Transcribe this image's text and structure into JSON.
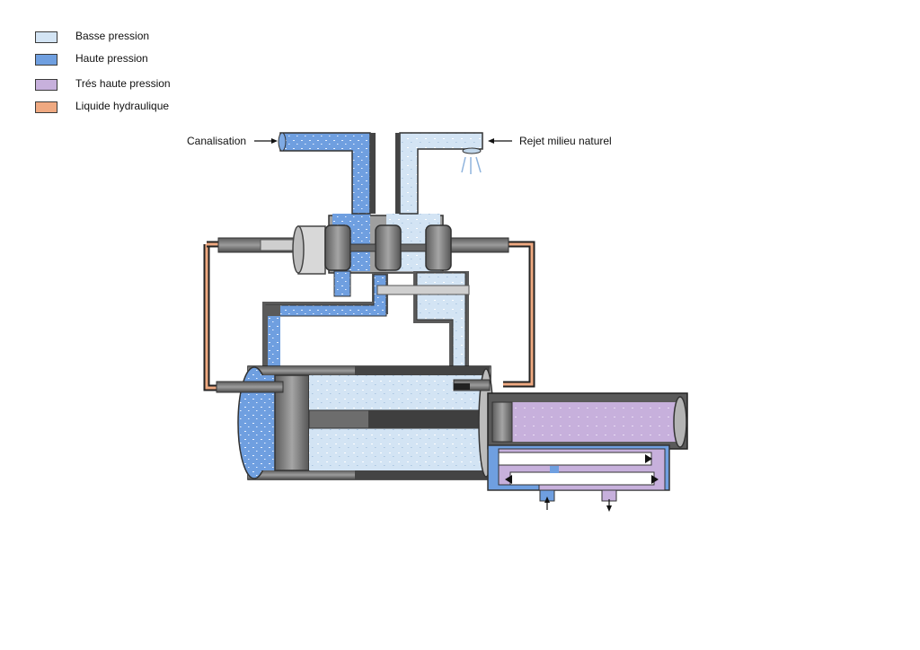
{
  "legend": {
    "items": [
      {
        "label": "Basse pression",
        "color": "#d3e4f4"
      },
      {
        "label": "Haute pression",
        "color": "#6f9fe0"
      },
      {
        "label": "Trés haute pression",
        "color": "#c7b0dc"
      },
      {
        "label": "Liquide hydraulique",
        "color": "#efa981"
      }
    ]
  },
  "labels": {
    "inlet": "Canalisation",
    "outlet": "Rejet milieu naturel"
  },
  "colors": {
    "low": "#d3e4f4",
    "high": "#6f9fe0",
    "very_high": "#c7b0dc",
    "hydraulic": "#efa981",
    "metal_dark": "#4a4a4a",
    "metal_mid": "#8a8a8a",
    "metal_light": "#b9b9b9"
  }
}
